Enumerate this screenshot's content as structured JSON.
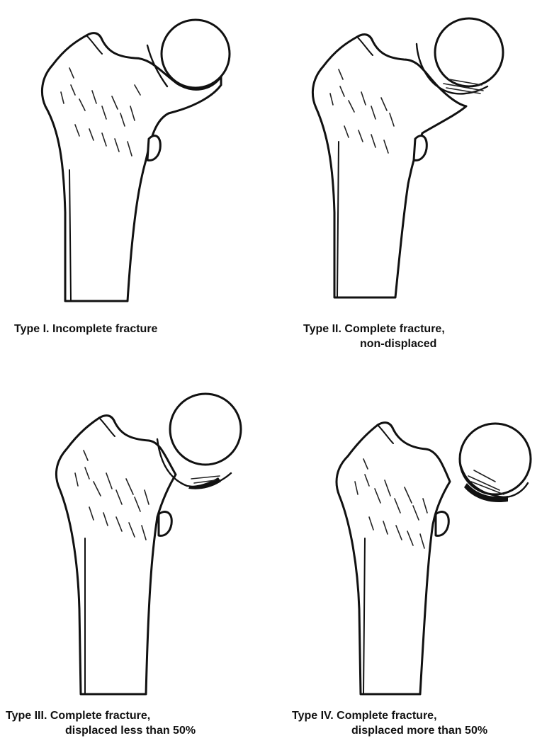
{
  "panels": [
    {
      "id": "type-1",
      "label_type": "Type I.",
      "label_line1": "Incomplete fracture",
      "label_line2": ""
    },
    {
      "id": "type-2",
      "label_type": "Type II.",
      "label_line1": "Complete fracture,",
      "label_line2": "non-displaced"
    },
    {
      "id": "type-3",
      "label_type": "Type III.",
      "label_line1": "Complete fracture,",
      "label_line2": "displaced less than 50%"
    },
    {
      "id": "type-4",
      "label_type": "Type IV.",
      "label_line1": "Complete fracture,",
      "label_line2": "displaced more than 50%"
    }
  ]
}
